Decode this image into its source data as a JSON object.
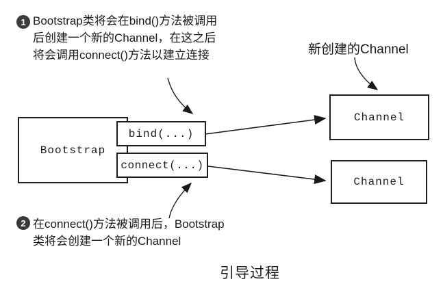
{
  "diagram": {
    "caption": "引导过程",
    "annotations": {
      "step1": {
        "number": "1",
        "line1": "Bootstrap类将会在bind()方法被调用",
        "line2": "后创建一个新的Channel，在这之后",
        "line3": "将会调用connect()方法以建立连接"
      },
      "step2": {
        "number": "2",
        "line1": "在connect()方法被调用后，Bootstrap",
        "line2": "类将会创建一个新的Channel"
      },
      "new_channel_label": "新创建的Channel"
    },
    "boxes": {
      "bootstrap": "Bootstrap",
      "bind": "bind(...)",
      "connect": "connect(...)",
      "channel1": "Channel",
      "channel2": "Channel"
    },
    "colors": {
      "line": "#1a1a1a",
      "badge_background": "#3a3a3a",
      "badge_text": "#ffffff",
      "background": "#ffffff"
    }
  }
}
